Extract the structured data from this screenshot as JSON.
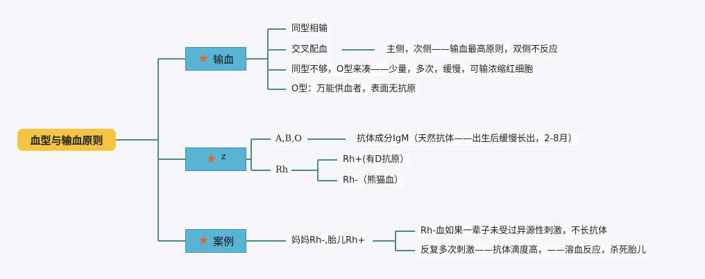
{
  "root": {
    "label": "血型与输血原则"
  },
  "branches": [
    {
      "label": "输血",
      "icon": "star-icon"
    },
    {
      "label": "z",
      "icon": "star-icon"
    },
    {
      "label": "案例",
      "icon": "star-icon"
    }
  ],
  "transfusion": {
    "items": [
      "同型相输",
      "交叉配血",
      "同型不够，O型来凑——少量，多次，缓慢，可输浓缩红细胞",
      "O型：万能供血者，表面无抗原"
    ],
    "crossmatch_detail": "主侧，次侧——输血最高原则，双侧不反应"
  },
  "z": {
    "abo": "A,B,O",
    "abo_detail": "抗体成分IgM（天然抗体——出生后缓慢长出，2-8月）",
    "rh": "Rh",
    "rh_children": [
      "Rh+(有D抗原）",
      "Rh-（熊猫血）"
    ]
  },
  "case": {
    "label": "妈妈Rh-,胎儿Rh+",
    "children": [
      "Rh-血如果一辈子未受过异源性刺激，不长抗体",
      "反复多次刺激——抗体滴度高，——溶血反应，杀死胎儿"
    ]
  },
  "colors": {
    "line": "#4f8a7a",
    "root": "#f6c445",
    "branch": "#5ab4d6",
    "star": "#e0682f"
  }
}
